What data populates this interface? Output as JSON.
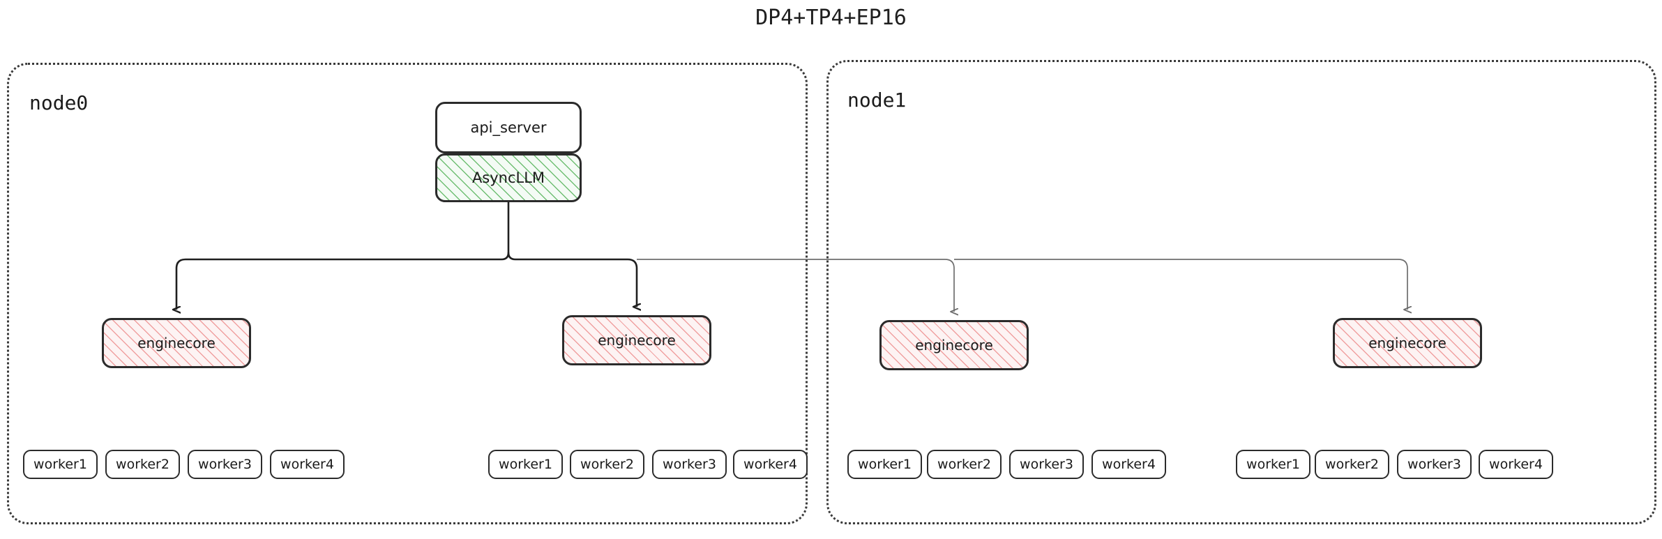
{
  "title": "DP4+TP4+EP16",
  "colors": {
    "border": "#2b2b2b",
    "container_border": "#3a3a3a",
    "asyncllm_hatch": "#6fbf73",
    "asyncllm_fill": "#f4fbf5",
    "enginecore_hatch": "#f0a0a0",
    "enginecore_fill": "#fdf3f3",
    "arrow_primary": "#1f1f1f",
    "arrow_secondary": "#6e6e6e",
    "background": "#ffffff"
  },
  "nodes": [
    {
      "id": "node0",
      "label": "node0",
      "top_boxes": [
        {
          "name": "api_server",
          "label": "api_server",
          "fill": "white"
        },
        {
          "name": "AsyncLLM",
          "label": "AsyncLLM",
          "fill": "green-hatch"
        }
      ],
      "enginecores": [
        {
          "label": "enginecore",
          "workers": [
            "worker1",
            "worker2",
            "worker3",
            "worker4"
          ]
        },
        {
          "label": "enginecore",
          "workers": [
            "worker1",
            "worker2",
            "worker3",
            "worker4"
          ]
        }
      ]
    },
    {
      "id": "node1",
      "label": "node1",
      "top_boxes": [],
      "enginecores": [
        {
          "label": "enginecore",
          "workers": [
            "worker1",
            "worker2",
            "worker3",
            "worker4"
          ]
        },
        {
          "label": "enginecore",
          "workers": [
            "worker1",
            "worker2",
            "worker3",
            "worker4"
          ]
        }
      ]
    }
  ],
  "workers": {
    "group_0": [
      "worker1",
      "worker2",
      "worker3",
      "worker4"
    ],
    "group_1": [
      "worker1",
      "worker2",
      "worker3",
      "worker4"
    ],
    "group_2": [
      "worker1",
      "worker2",
      "worker3",
      "worker4"
    ],
    "group_3": [
      "worker1",
      "worker2",
      "worker3",
      "worker4"
    ]
  },
  "enginecore_labels": [
    "enginecore",
    "enginecore",
    "enginecore",
    "enginecore"
  ],
  "top_boxes": {
    "api_server": "api_server",
    "asyncllm": "AsyncLLM"
  }
}
